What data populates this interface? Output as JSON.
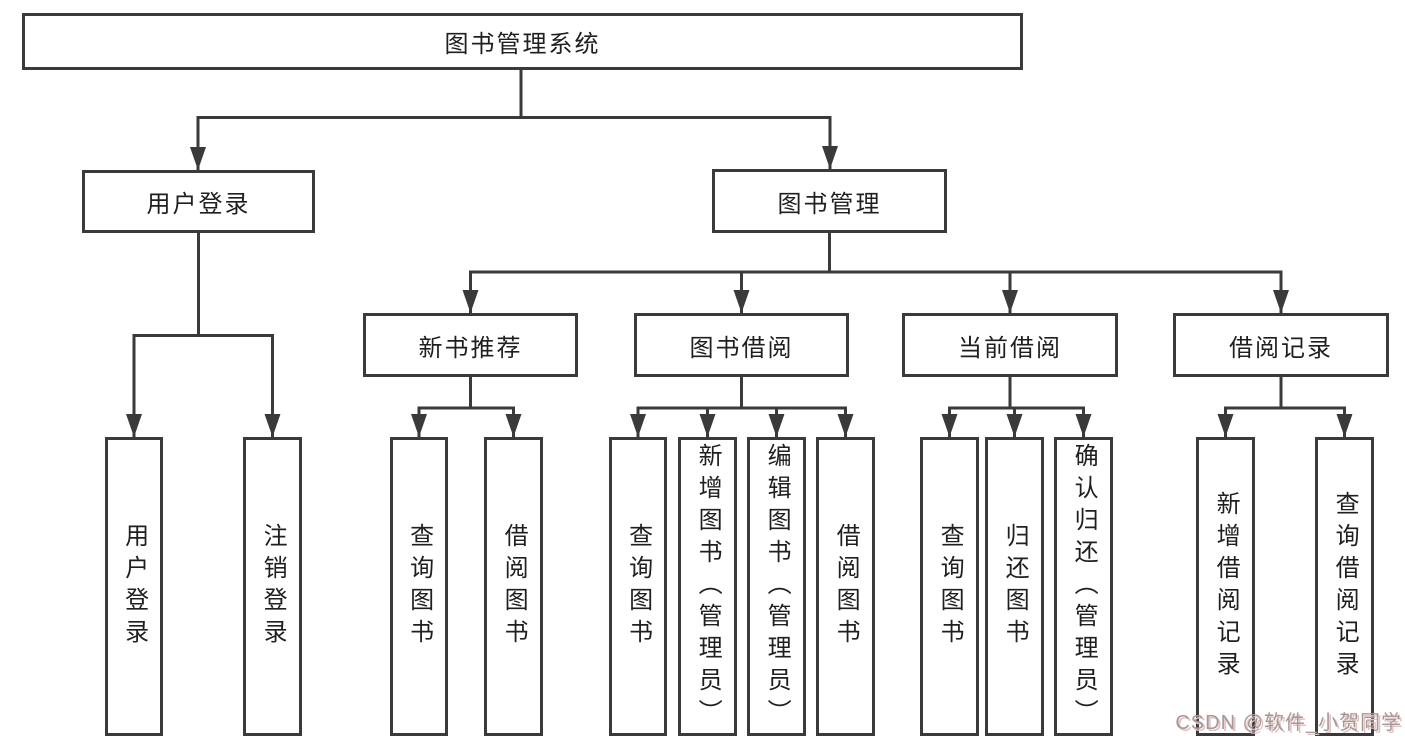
{
  "diagram": {
    "root": {
      "label": "图书管理系统"
    },
    "branches": [
      {
        "label": "用户登录",
        "children": [
          {
            "label": "用户登录"
          },
          {
            "label": "注销登录"
          }
        ]
      },
      {
        "label": "图书管理",
        "children": [
          {
            "label": "新书推荐",
            "children": [
              {
                "label": "查询图书"
              },
              {
                "label": "借阅图书"
              }
            ]
          },
          {
            "label": "图书借阅",
            "children": [
              {
                "label": "查询图书"
              },
              {
                "label": "新增图书（管理员）"
              },
              {
                "label": "编辑图书（管理员）"
              },
              {
                "label": "借阅图书"
              }
            ]
          },
          {
            "label": "当前借阅",
            "children": [
              {
                "label": "查询图书"
              },
              {
                "label": "归还图书"
              },
              {
                "label": "确认归还（管理员）"
              }
            ]
          },
          {
            "label": "借阅记录",
            "children": [
              {
                "label": "新增借阅记录"
              },
              {
                "label": "查询借阅记录"
              }
            ]
          }
        ]
      }
    ]
  },
  "watermark": {
    "text": "CSDN @软件_小贺同学"
  },
  "colors": {
    "line": "#3a3a3a",
    "box_border": "#3a3a3a",
    "text": "#1f1f1f",
    "background": "#ffffff",
    "watermark_text": "#9c9c9c",
    "watermark_shadow": "#f0bcbc"
  }
}
